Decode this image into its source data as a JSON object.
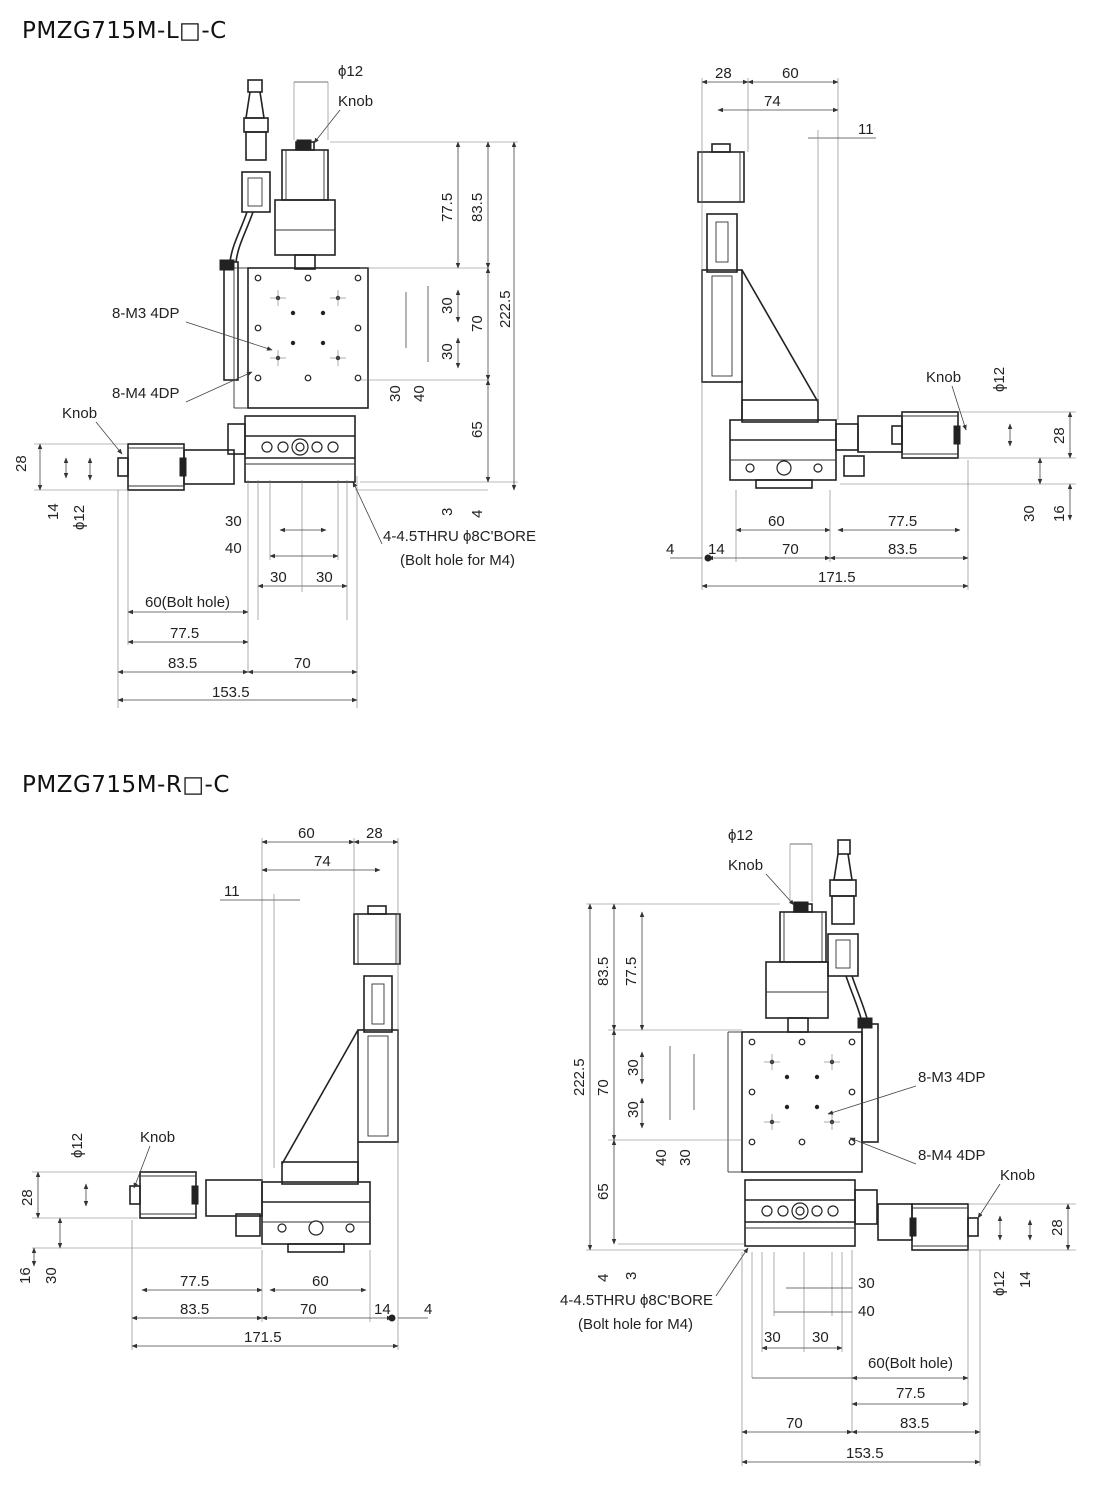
{
  "titles": {
    "left_type": "PMZG715M-L□-C",
    "right_type": "PMZG715M-R□-C"
  },
  "labels": {
    "knob": "Knob",
    "phi12": "ϕ12",
    "m3": "8-M3 4DP",
    "m4": "8-M4 4DP",
    "thru": "4-4.5THRU ϕ8C'BORE",
    "bolt_m4": "(Bolt hole for M4)",
    "bolt_hole_60": "60(Bolt hole)"
  },
  "dims": {
    "d3": "3",
    "d4": "4",
    "d11": "11",
    "d14": "14",
    "d16": "16",
    "d28": "28",
    "d30": "30",
    "d40": "40",
    "d60": "60",
    "d65": "65",
    "d70": "70",
    "d74": "74",
    "d77_5": "77.5",
    "d83_5": "83.5",
    "d153_5": "153.5",
    "d171_5": "171.5",
    "d222_5": "222.5"
  }
}
